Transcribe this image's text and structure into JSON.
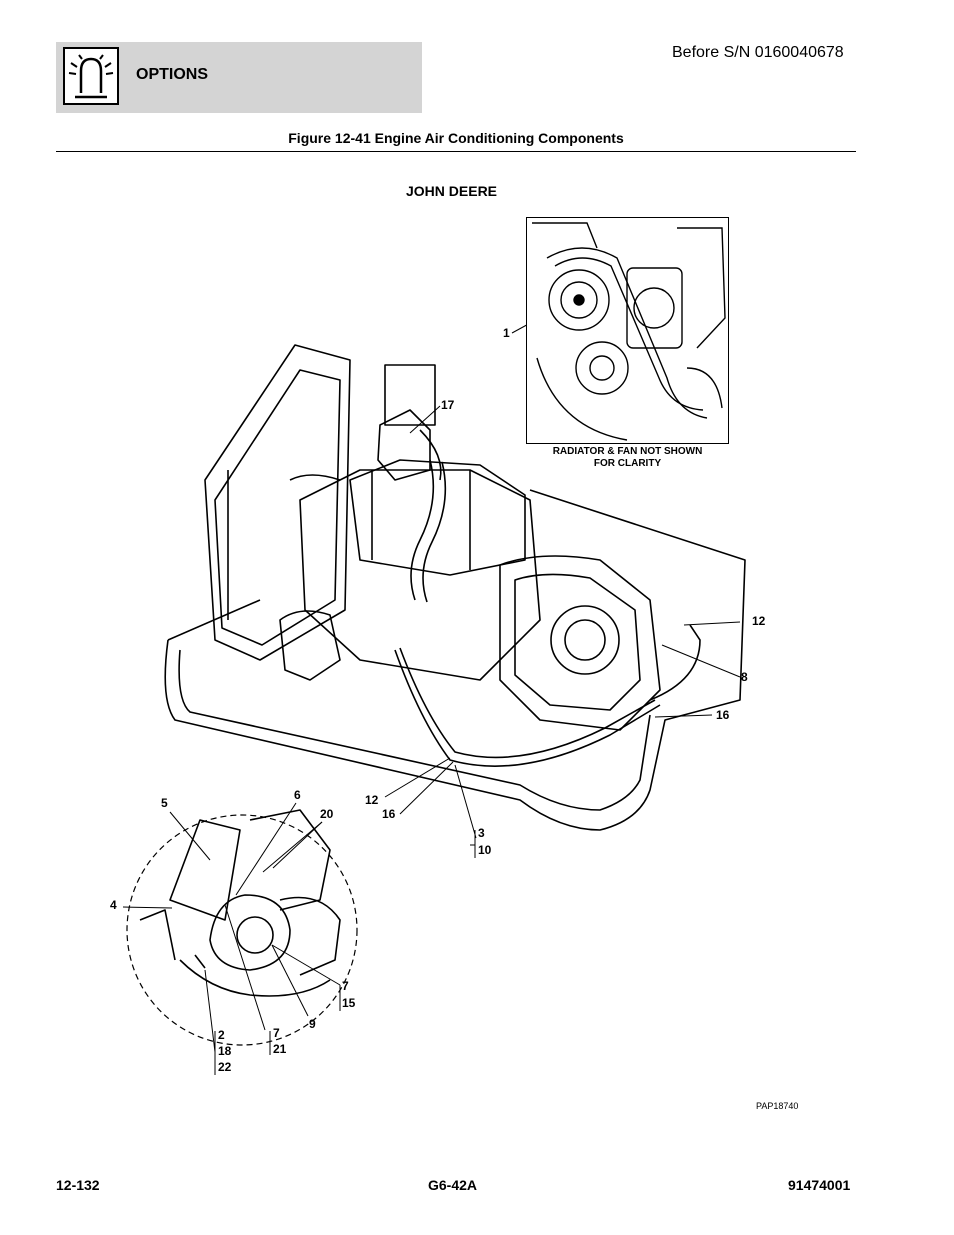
{
  "header": {
    "section_title": "OPTIONS",
    "serial_note": "Before S/N 0160040678",
    "icon": "options-light-icon"
  },
  "figure": {
    "title": "Figure 12-41 Engine Air Conditioning Components",
    "engine_label": "JOHN DEERE",
    "inset_caption_line1": "RADIATOR & FAN NOT SHOWN",
    "inset_caption_line2": "FOR CLARITY",
    "figure_id": "PAP18740"
  },
  "callouts": {
    "c1": "1",
    "c17": "17",
    "c12_right": "12",
    "c8": "8",
    "c16_right": "16",
    "c12_mid": "12",
    "c16_mid": "16",
    "c3": "3",
    "c10": "10",
    "c5": "5",
    "c6": "6",
    "c20": "20",
    "c4": "4",
    "c7_a": "7",
    "c15": "15",
    "c9": "9",
    "c7_b": "7",
    "c21": "21",
    "c2": "2",
    "c18": "18",
    "c22": "22"
  },
  "footer": {
    "page_number": "12-132",
    "model": "G6-42A",
    "part_number": "91474001"
  }
}
